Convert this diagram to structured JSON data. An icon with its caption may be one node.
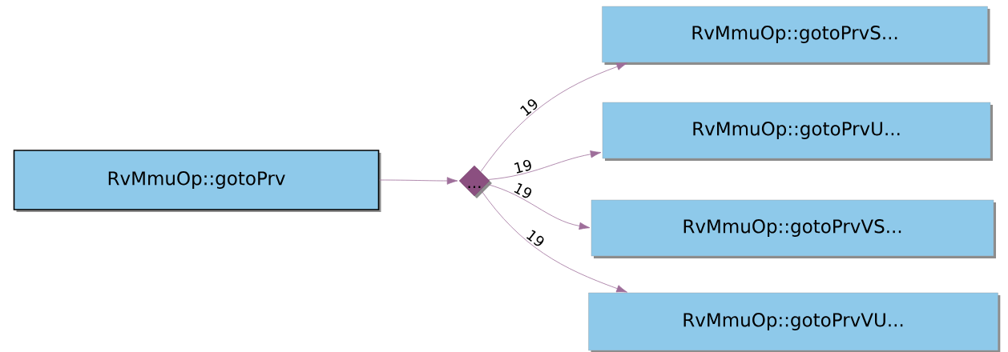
{
  "diagram": {
    "nodes": [
      {
        "text": [
          "RvMmuOp::gotoPrv"
        ]
      },
      {
        "text": [
          "..."
        ]
      },
      {
        "text": [
          "RvMmuOp::gotoPrvS..."
        ]
      },
      {
        "text": [
          "RvMmuOp::gotoPrvU..."
        ]
      },
      {
        "text": [
          "RvMmuOp::gotoPrvVS..."
        ]
      },
      {
        "text": [
          "RvMmuOp::gotoPrvVU..."
        ]
      }
    ],
    "edges": [
      {
        "from": 0,
        "to": 1,
        "arrow": "to"
      },
      {
        "from": 1,
        "to": 2,
        "arrow": "to",
        "label": "19"
      },
      {
        "from": 1,
        "to": 3,
        "arrow": "to",
        "label": "19"
      },
      {
        "from": 1,
        "to": 4,
        "arrow": "to",
        "label": "19"
      },
      {
        "from": 1,
        "to": 5,
        "arrow": "to",
        "label": "19"
      }
    ]
  }
}
